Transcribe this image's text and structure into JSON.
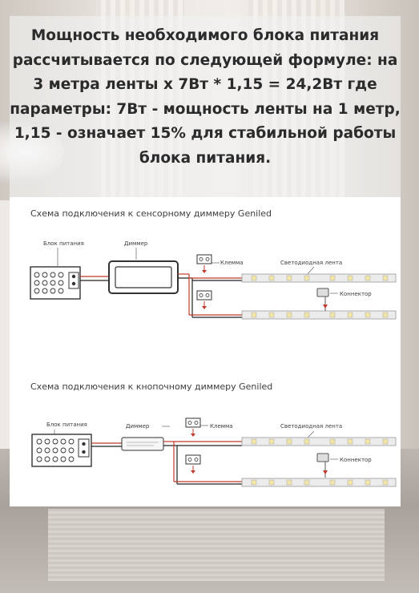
{
  "heading_lines": [
    "Мощность необходимого блока питания",
    "рассчитывается по следующей формуле: на",
    "3 метра ленты х 7Вт * 1,15 = 24,2Вт где",
    "параметры: 7Вт - мощность ленты на 1 метр,",
    "1,15 - означает 15% для стабильной работы",
    "блока питания."
  ],
  "diagram_touch": {
    "title": "Схема подключения к сенсорному диммеру Geniled",
    "labels": {
      "power_supply": "Блок питания",
      "dimmer": "Диммер",
      "terminal": "Клемма",
      "led_strip": "Светодиодная лента",
      "connector": "Коннектор"
    }
  },
  "diagram_button": {
    "title": "Схема подключения к кнопочному диммеру Geniled",
    "labels": {
      "power_supply": "Блок питания",
      "dimmer": "Диммер",
      "terminal": "Клемма",
      "led_strip": "Светодиодная лента",
      "connector": "Коннектор"
    }
  },
  "colors": {
    "panel_bg": "#f2f2f2",
    "heading_text": "#2b2b2b",
    "diagram_bg": "#ffffff",
    "wire_red": "#c0392b",
    "wire_black": "#222222",
    "strip_fill": "#ececec"
  }
}
